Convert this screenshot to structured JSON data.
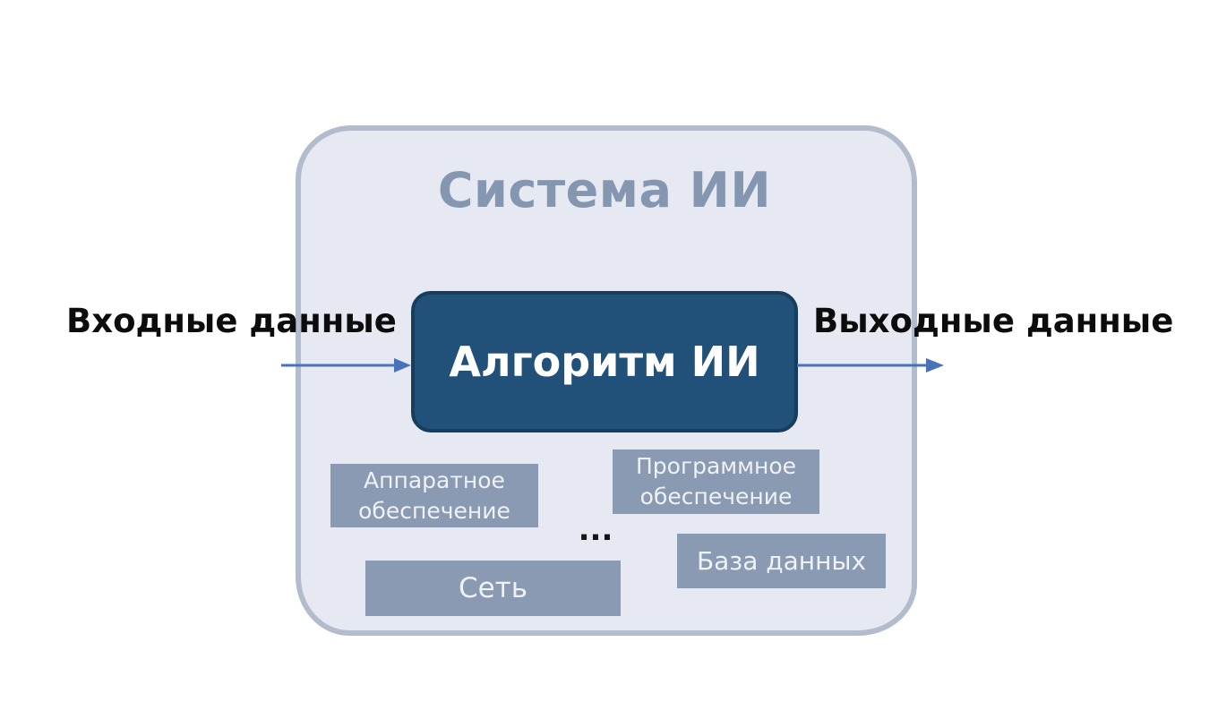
{
  "diagram": {
    "system_title": "Система ИИ",
    "algorithm_label": "Алгоритм ИИ",
    "input_label": "Входные данные",
    "output_label": "Выходные данные",
    "components": {
      "hardware": "Аппаратное обеспечение",
      "software": "Программное обеспечение",
      "network": "Сеть",
      "database": "База данных",
      "ellipsis": "..."
    }
  },
  "colors": {
    "system_fill": "#e6e9f1",
    "system_border": "#b3bccd",
    "algorithm_fill": "#215079",
    "component_fill": "#8a9ab3",
    "arrow": "#4a72b8"
  }
}
